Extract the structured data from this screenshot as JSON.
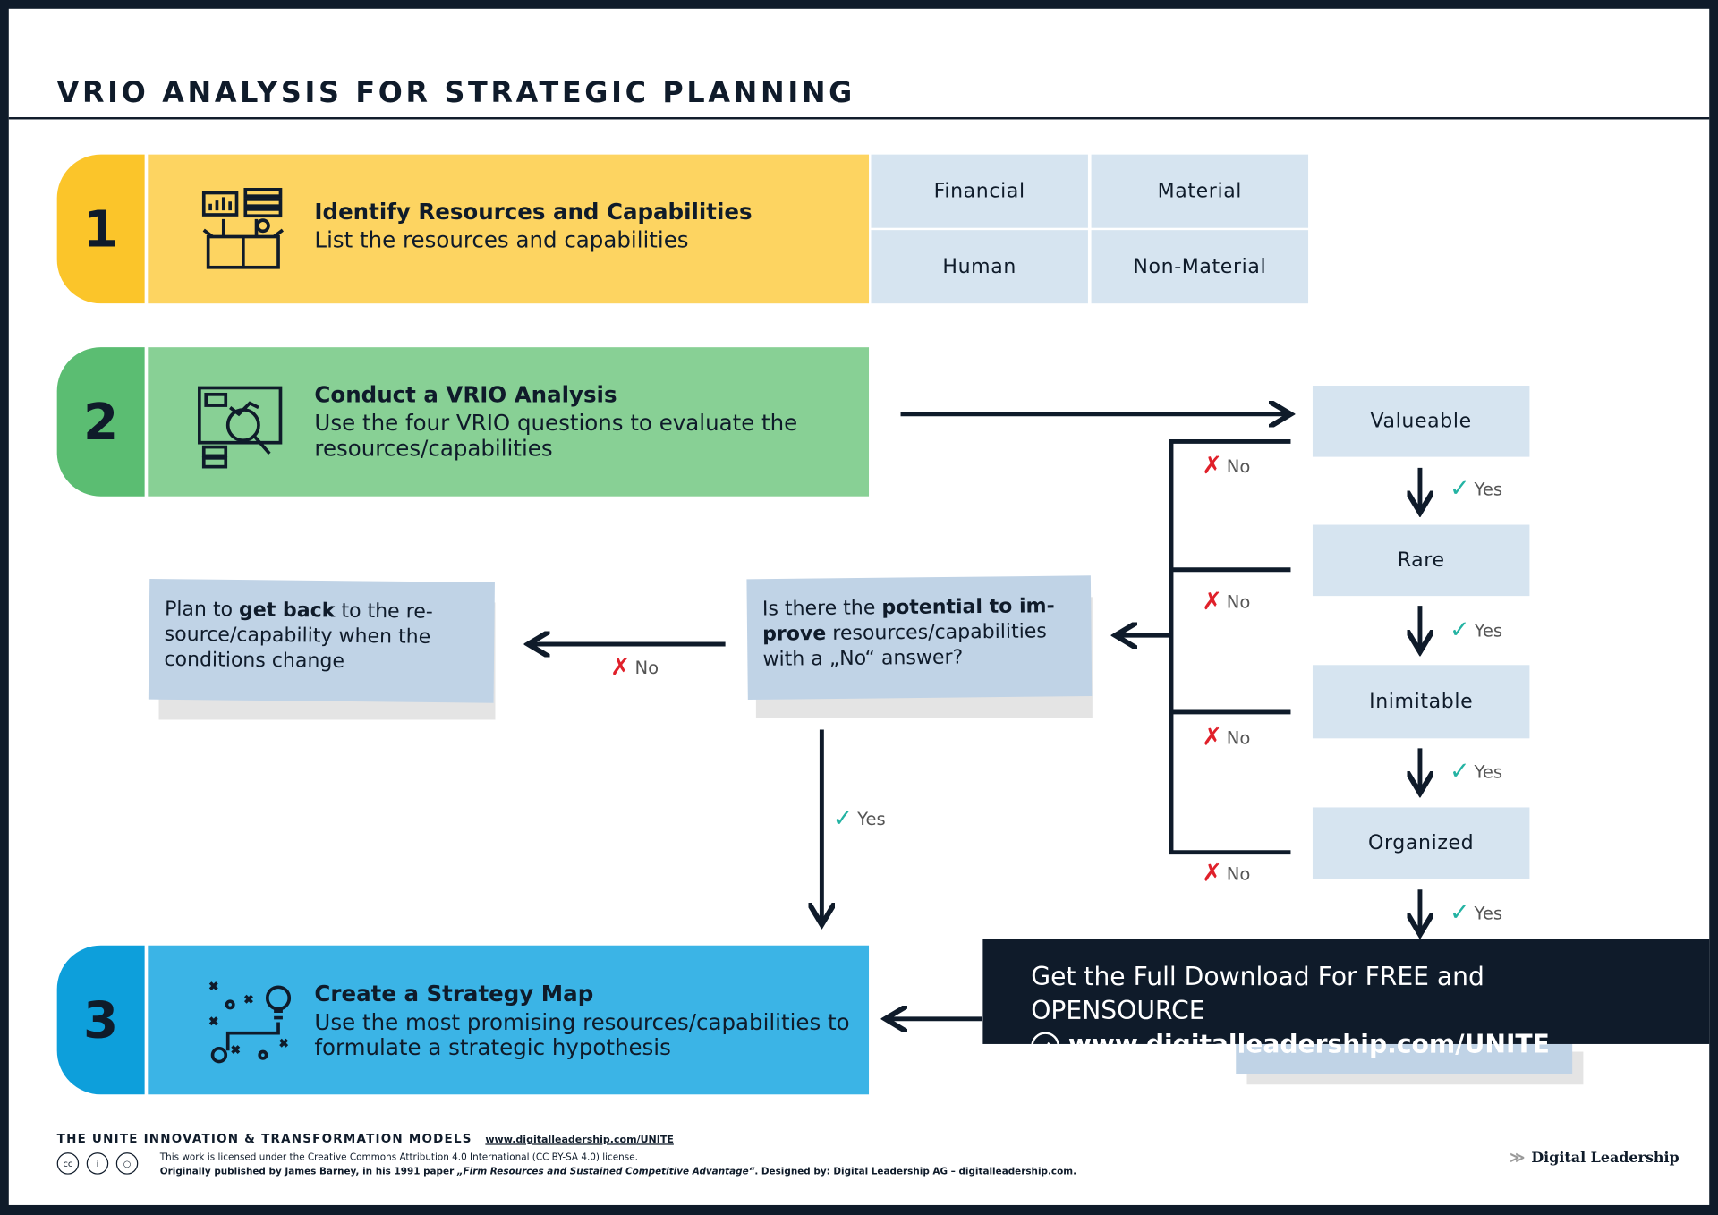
{
  "title": "VRIO ANALYSIS FOR STRATEGIC PLANNING",
  "colors": {
    "frame": "#0f1b2a",
    "step1": "#fdd461",
    "step1_pill": "#fbc52a",
    "step2": "#88d095",
    "step2_pill": "#5bbd72",
    "step3": "#3bb4e6",
    "step3_pill": "#0d9fdb",
    "cell": "#d6e4f0",
    "note": "#c0d3e6",
    "no": "#e0202a",
    "yes": "#24b3a3"
  },
  "steps": [
    {
      "number": "1",
      "icon": "resources-box-icon",
      "title": "Identify Resources and Capabilities",
      "desc": "List the resources and capabilities"
    },
    {
      "number": "2",
      "icon": "analysis-magnifier-icon",
      "title": "Conduct a VRIO Analysis",
      "desc": "Use the four VRIO questions to evaluate the resources/capabilities"
    },
    {
      "number": "3",
      "icon": "strategy-map-icon",
      "title": "Create a Strategy Map",
      "desc": "Use the most promising resources/capabilities to formulate a strategic hypothesis"
    }
  ],
  "resource_types": [
    "Financial",
    "Material",
    "Human",
    "Non-Material"
  ],
  "vrio": [
    "Valueable",
    "Rare",
    "Inimitable",
    "Organized"
  ],
  "labels": {
    "yes": "Yes",
    "no": "No"
  },
  "potential": {
    "pre": "Is there the ",
    "bold": "potential to im-prove",
    "post": " resources/capabilities with a „No“ answer?"
  },
  "plan": {
    "pre": "Plan to ",
    "bold": "get back",
    "post": " to the re-source/capability when the conditions change"
  },
  "banner": {
    "line1": "Get the Full Download For FREE and OPENSOURCE",
    "line2": "www.digitalleadership.com/UNITE"
  },
  "footer": {
    "series": "THE UNITE INNOVATION & TRANSFORMATION MODELS",
    "link": "www.digitalleadership.com/UNITE",
    "license": "This work is licensed under the Creative Commons Attribution 4.0 International (CC BY-SA 4.0) license.",
    "origin_pre": "Originally published by James Barney, in his 1991 paper ",
    "origin_paper": "„Firm Resources and Sustained Competitive Advantage“",
    "origin_post": ". Designed by: Digital Leadership AG – digitalleadership.com.",
    "brand": "Digital Leadership"
  }
}
